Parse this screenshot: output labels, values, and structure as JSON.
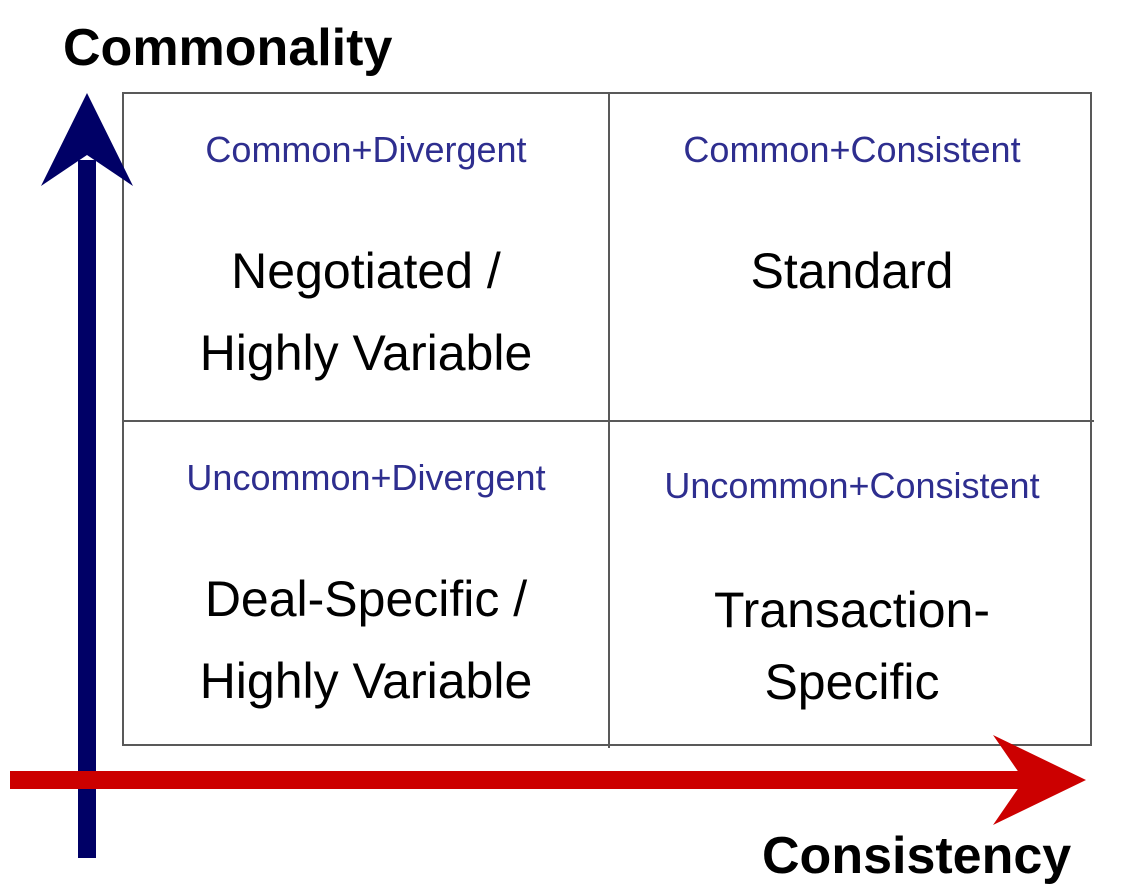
{
  "axes": {
    "y_title": "Commonality",
    "x_title": "Consistency",
    "y_color": "#000066",
    "x_color": "#cc0000"
  },
  "quadrants": {
    "top_left": {
      "heading": "Common+Divergent",
      "lines": [
        "Negotiated /",
        "Highly Variable"
      ]
    },
    "top_right": {
      "heading": "Common+Consistent",
      "lines": [
        "Standard"
      ]
    },
    "bottom_left": {
      "heading": "Uncommon+Divergent",
      "lines": [
        "Deal-Specific /",
        "Highly Variable"
      ]
    },
    "bottom_right": {
      "heading": "Uncommon+Consistent",
      "lines": [
        "Transaction-",
        "Specific"
      ]
    }
  },
  "colors": {
    "heading_text": "#2e2e8f",
    "body_text": "#000000",
    "grid_line": "#595959"
  }
}
